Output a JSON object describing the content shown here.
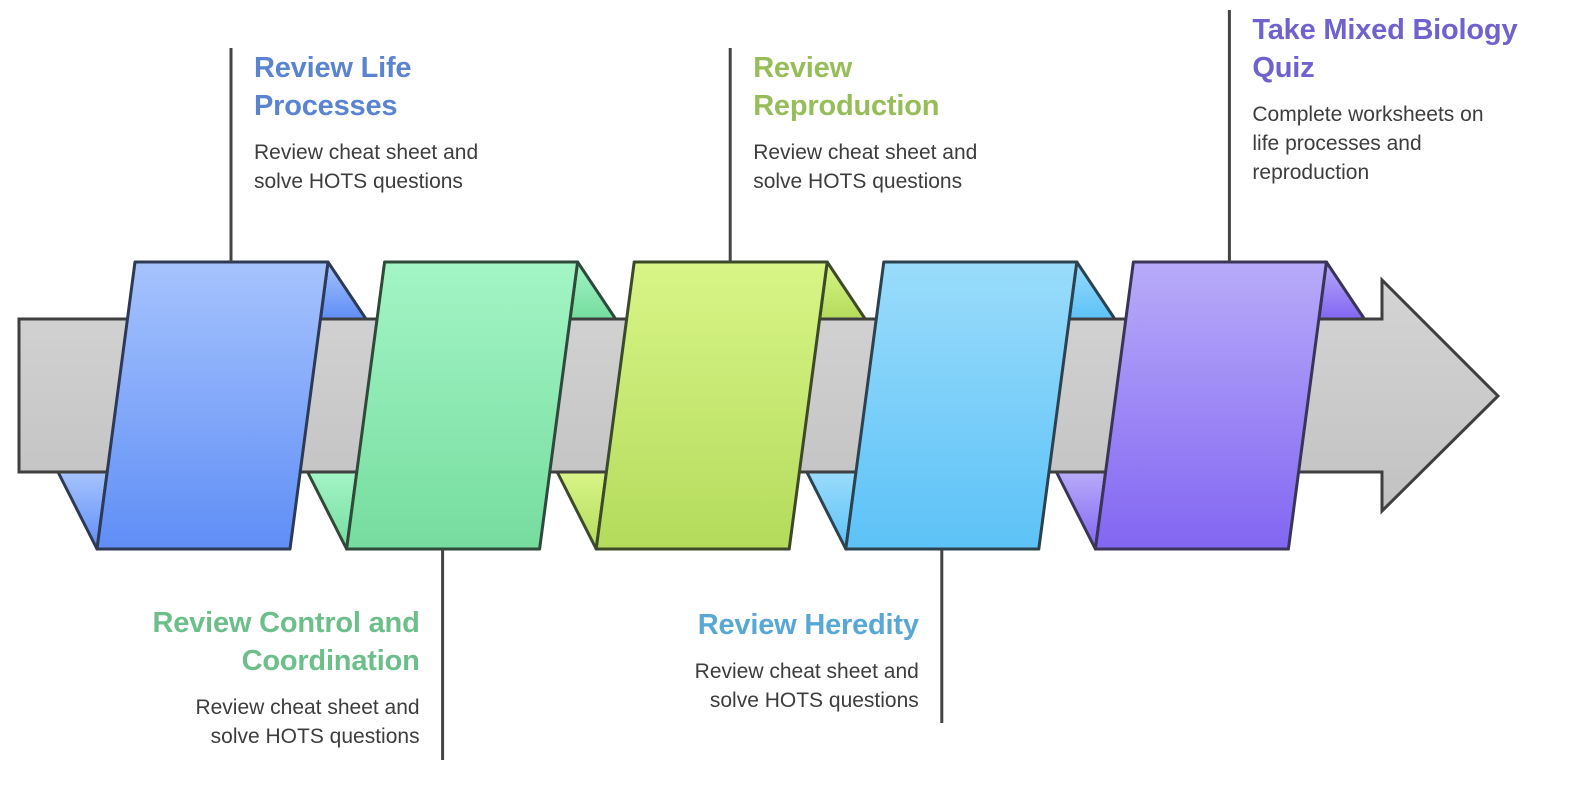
{
  "diagram": {
    "type": "process-timeline-arrow",
    "arrow_color": {
      "top": "#d4d4d4",
      "bottom": "#c2c2c2",
      "stroke": "#3f3f3f"
    },
    "steps": [
      {
        "title": "Review Life Processes",
        "title_lines": [
          "Review Life",
          "Processes"
        ],
        "description_lines": [
          "Review cheat sheet and",
          "solve HOTS questions"
        ],
        "position": "top",
        "title_color": "#5b84d0",
        "fill_top": "#a6c3fd",
        "fill_bottom": "#5f8ef6",
        "stroke": "#2e3a55"
      },
      {
        "title": "Review Control and Coordination",
        "title_lines": [
          "Review Control and",
          "Coordination"
        ],
        "description_lines": [
          "Review cheat sheet and",
          "solve HOTS questions"
        ],
        "position": "bottom",
        "title_color": "#6cbf8a",
        "fill_top": "#a3f5c5",
        "fill_bottom": "#76dc9e",
        "stroke": "#2f4a3a"
      },
      {
        "title": "Review Reproduction",
        "title_lines": [
          "Review",
          "Reproduction"
        ],
        "description_lines": [
          "Review cheat sheet and",
          "solve HOTS questions"
        ],
        "position": "top",
        "title_color": "#96bd58",
        "fill_top": "#d8f587",
        "fill_bottom": "#b4db5c",
        "stroke": "#3d4a2a"
      },
      {
        "title": "Review Heredity",
        "title_lines": [
          "Review Heredity"
        ],
        "description_lines": [
          "Review cheat sheet and",
          "solve HOTS questions"
        ],
        "position": "bottom",
        "title_color": "#57a8d4",
        "fill_top": "#9adcfb",
        "fill_bottom": "#5cc2f7",
        "stroke": "#2d4250"
      },
      {
        "title": "Take Mixed Biology Quiz",
        "title_lines": [
          "Take Mixed Biology",
          "Quiz"
        ],
        "description_lines": [
          "Complete worksheets on",
          "life processes and",
          "reproduction"
        ],
        "position": "top",
        "title_color": "#6f62cf",
        "fill_top": "#b8abf9",
        "fill_bottom": "#8266f2",
        "stroke": "#3a3558"
      }
    ]
  }
}
